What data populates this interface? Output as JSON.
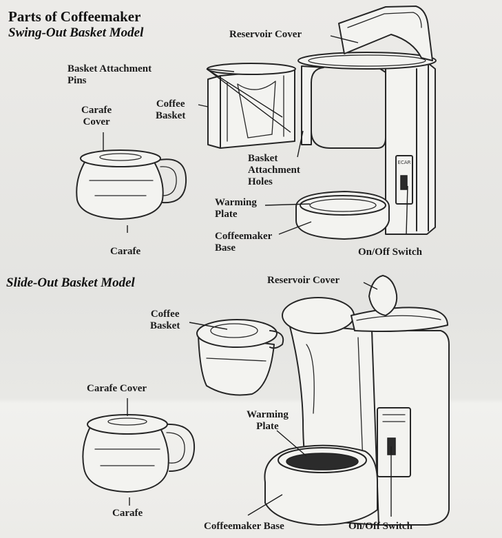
{
  "title": "Parts of Coffeemaker",
  "swing": {
    "heading": "Swing-Out Basket Model",
    "reservoir_cover": "Reservoir Cover",
    "attach_pins": "Basket Attachment\nPins",
    "coffee_basket": "Coffee\nBasket",
    "carafe_cover": "Carafe\nCover",
    "attach_holes": "Basket\nAttachment\nHoles",
    "warming_plate": "Warming\nPlate",
    "base": "Coffeemaker\nBase",
    "carafe": "Carafe",
    "switch": "On/Off Switch",
    "brand": "ECAR"
  },
  "slide": {
    "heading": "Slide-Out Basket Model",
    "reservoir_cover": "Reservoir Cover",
    "coffee_basket": "Coffee\nBasket",
    "carafe_cover": "Carafe Cover",
    "warming_plate": "Warming\nPlate",
    "carafe": "Carafe",
    "base": "Coffeemaker Base",
    "switch": "On/Off Switch"
  }
}
